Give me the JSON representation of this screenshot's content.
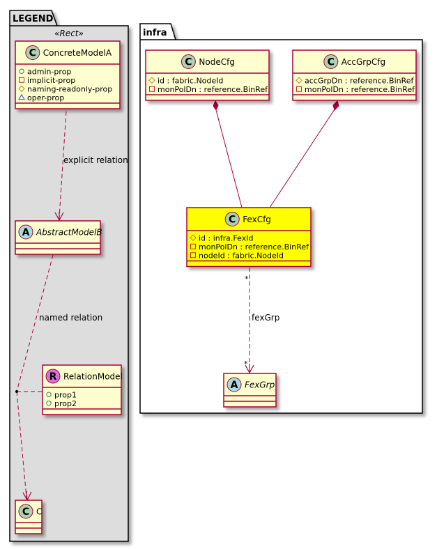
{
  "packages": {
    "legend": {
      "name": "LEGEND",
      "stereotype": "«Rect»",
      "background": "#dddddd"
    },
    "infra": {
      "name": "infra",
      "background": "#ffffff"
    }
  },
  "colors": {
    "class_fill": "#fefece",
    "highlight_fill": "#ffff00",
    "border": "#a80036",
    "class_circle": "#add1b2",
    "abstract_circle": "#a9dcdf",
    "relation_circle": "#da70d6",
    "admin_marker": "#2e8b57",
    "implicit_marker": "#c82930",
    "naming_marker": "#b38d22",
    "oper_marker": "#1963a0"
  },
  "classes": {
    "concrete_model_a": {
      "kind_letter": "C",
      "name": "ConcreteModelA",
      "props": [
        {
          "marker": "admin",
          "text": "admin-prop"
        },
        {
          "marker": "implicit",
          "text": "implicit-prop"
        },
        {
          "marker": "naming",
          "text": "naming-readonly-prop"
        },
        {
          "marker": "oper",
          "text": "oper-prop"
        }
      ]
    },
    "abstract_model_b": {
      "kind_letter": "A",
      "name": "AbstractModelB",
      "props": []
    },
    "relation_model": {
      "kind_letter": "R",
      "name": "RelationModel",
      "props": [
        {
          "marker": "admin",
          "text": "prop1"
        },
        {
          "marker": "admin",
          "text": "prop2"
        }
      ]
    },
    "c": {
      "kind_letter": "C",
      "name": "C",
      "props": []
    },
    "node_cfg": {
      "kind_letter": "C",
      "name": "NodeCfg",
      "props": [
        {
          "marker": "naming",
          "text": "id : fabric.NodeId"
        },
        {
          "marker": "implicit",
          "text": "monPolDn : reference.BinRef"
        }
      ]
    },
    "acc_grp_cfg": {
      "kind_letter": "C",
      "name": "AccGrpCfg",
      "props": [
        {
          "marker": "naming",
          "text": "accGrpDn : reference.BinRef"
        },
        {
          "marker": "implicit",
          "text": "monPolDn : reference.BinRef"
        }
      ]
    },
    "fex_cfg": {
      "kind_letter": "C",
      "name": "FexCfg",
      "highlighted": true,
      "props": [
        {
          "marker": "naming",
          "text": "id : infra.FexId"
        },
        {
          "marker": "implicit",
          "text": "monPolDn : reference.BinRef"
        },
        {
          "marker": "implicit",
          "text": "nodeId : fabric.NodeId"
        }
      ]
    },
    "fex_grp": {
      "kind_letter": "A",
      "name": "FexGrp",
      "props": []
    }
  },
  "relations": {
    "explicit": {
      "label": "explicit relation",
      "from": "ConcreteModelA",
      "to": "AbstractModelB",
      "style": "dashed-arrow"
    },
    "named": {
      "label": "named relation",
      "from": "AbstractModelB",
      "to": "C",
      "via": "RelationModel",
      "style": "dashed-arrow"
    },
    "node_comp": {
      "from": "NodeCfg",
      "to": "FexCfg",
      "style": "composition"
    },
    "acc_comp": {
      "from": "AccGrpCfg",
      "to": "FexCfg",
      "style": "composition"
    },
    "fex_grp": {
      "label": "fexGrp",
      "from": "FexCfg",
      "to": "FexGrp",
      "from_mult": "*",
      "to_mult": "*",
      "style": "dashed-arrow"
    }
  }
}
